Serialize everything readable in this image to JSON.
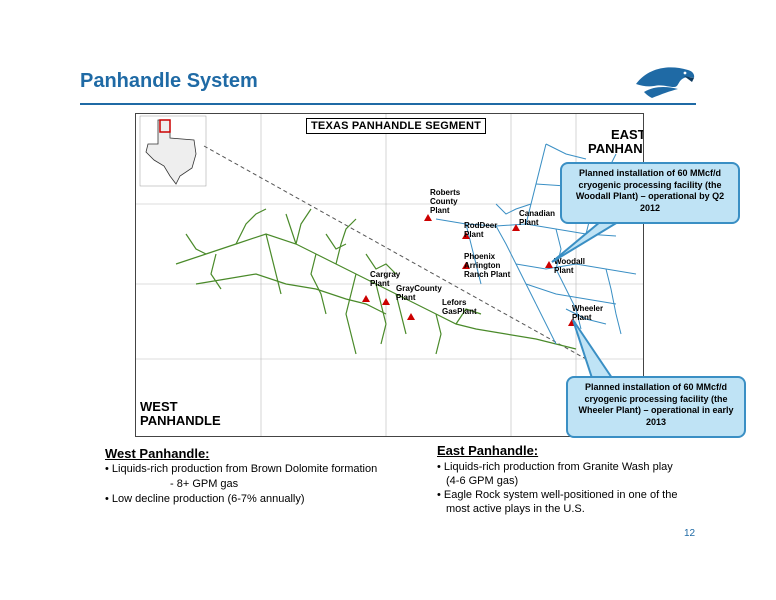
{
  "header": {
    "title": "Panhandle System"
  },
  "map": {
    "segment_label": "TEXAS PANHANDLE SEGMENT",
    "east_region": [
      "EAST",
      "PANHANDLE"
    ],
    "west_region": [
      "WEST",
      "PANHANDLE"
    ],
    "plants": {
      "roberts": [
        "Roberts",
        "County",
        "Plant"
      ],
      "canadian": [
        "Canadian",
        "Plant"
      ],
      "roddeer": [
        "RodDeer",
        "Plant"
      ],
      "phoenix": [
        "Phoenix",
        "Arrington",
        "Ranch Plant"
      ],
      "woodall": [
        "Woodall",
        "Plant"
      ],
      "cargray": [
        "Cargray",
        "Plant"
      ],
      "graycounty": [
        "GrayCounty",
        "Plant"
      ],
      "lefors": [
        "Lefors",
        "GasPlant"
      ],
      "wheeler": [
        "Wheeler",
        "Plant"
      ]
    },
    "callout_woodall": "Planned installation of 60 MMcf/d cryogenic processing facility (the Woodall Plant) – operational by Q2 2012",
    "callout_wheeler": "Planned installation of 60 MMcf/d cryogenic processing facility (the Wheeler Plant) – operational in early 2013"
  },
  "west": {
    "heading": "West Panhandle:",
    "bullet1": "• Liquids-rich production from Brown Dolomite formation",
    "sub1": "- 8+ GPM gas",
    "bullet2": "• Low decline production (6-7% annually)"
  },
  "east": {
    "heading": "East Panhandle:",
    "bullet1a": "• Liquids-rich production from Granite Wash play",
    "bullet1b": "(4-6 GPM gas)",
    "bullet2a": "• Eagle Rock system well-positioned in one of the",
    "bullet2b": "most active plays in the U.S."
  },
  "footer": {
    "page_number": "12"
  },
  "colors": {
    "accent": "#1f6aa5",
    "west_pipeline": "#4a8a2a",
    "east_pipeline": "#3a8fc4",
    "plant_marker": "#cc0000"
  },
  "icons": {
    "logo": "eagle-head-logo"
  }
}
